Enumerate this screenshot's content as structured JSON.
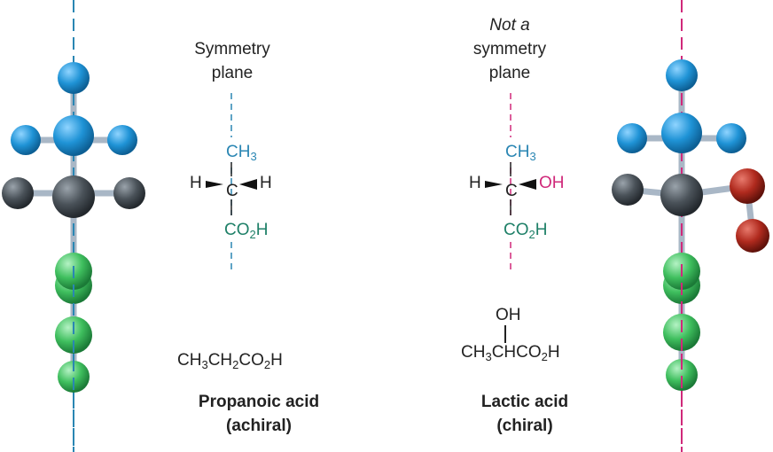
{
  "left": {
    "plane_label": [
      "Symmetry",
      "plane"
    ],
    "structure": {
      "top": "CH",
      "top_sub": "3",
      "left": "H",
      "center": "C",
      "right": "H",
      "bottom_a": "CO",
      "bottom_sub": "2",
      "bottom_b": "H"
    },
    "formula": {
      "p1": "CH",
      "s1": "3",
      "p2": "CH",
      "s2": "2",
      "p3": "CO",
      "s3": "2",
      "p4": "H"
    },
    "name": "Propanoic acid",
    "chirality": "(achiral)"
  },
  "right": {
    "plane_label": [
      "Not a",
      "symmetry",
      "plane"
    ],
    "structure": {
      "top": "CH",
      "top_sub": "3",
      "left": "H",
      "center": "C",
      "right": "OH",
      "bottom_a": "CO",
      "bottom_sub": "2",
      "bottom_b": "H"
    },
    "formula_top": "OH",
    "formula": {
      "p1": "CH",
      "s1": "3",
      "p2": "CHCO",
      "s2": "2",
      "p3": "H"
    },
    "name": "Lactic acid",
    "chirality": "(chiral)"
  },
  "colors": {
    "symmetry_plane": "#2a86b3",
    "non_symmetry_plane": "#d0297a",
    "methyl_text": "#2a86b3",
    "carboxyl_text": "#1f8068",
    "hydroxyl_text": "#d0297a",
    "atom_blue": "#2196d8",
    "atom_gray": "#4a5259",
    "atom_green": "#3fbf5e",
    "atom_red": "#b02a1e",
    "bond": "#a9b7c6"
  }
}
